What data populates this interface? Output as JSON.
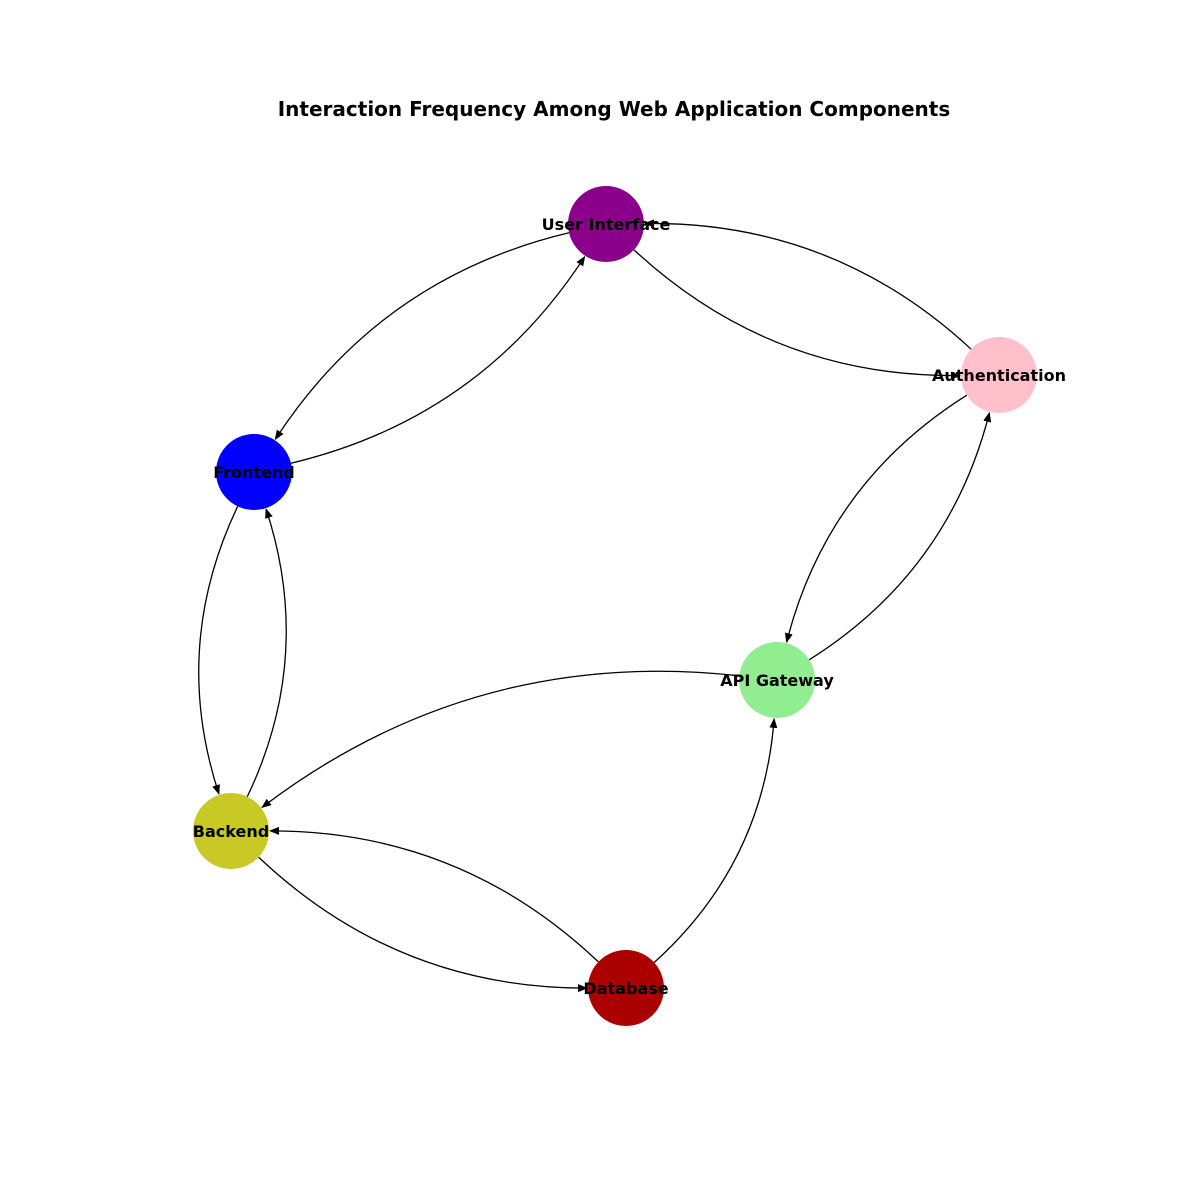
{
  "title": "Interaction Frequency Among Web Application Components",
  "nodes": [
    {
      "id": "user-interface",
      "label": "User Interface",
      "color": "#8B008B"
    },
    {
      "id": "authentication",
      "label": "Authentication",
      "color": "#FFC0CB"
    },
    {
      "id": "frontend",
      "label": "Frontend",
      "color": "#0000FF"
    },
    {
      "id": "api-gateway",
      "label": "API Gateway",
      "color": "#90EE90"
    },
    {
      "id": "backend",
      "label": "Backend",
      "color": "#C9C926"
    },
    {
      "id": "database",
      "label": "Database",
      "color": "#AA0000"
    }
  ],
  "edges": [
    {
      "from": "user-interface",
      "to": "frontend"
    },
    {
      "from": "frontend",
      "to": "user-interface"
    },
    {
      "from": "user-interface",
      "to": "authentication"
    },
    {
      "from": "authentication",
      "to": "user-interface"
    },
    {
      "from": "authentication",
      "to": "api-gateway"
    },
    {
      "from": "api-gateway",
      "to": "authentication"
    },
    {
      "from": "frontend",
      "to": "backend"
    },
    {
      "from": "backend",
      "to": "frontend"
    },
    {
      "from": "api-gateway",
      "to": "backend"
    },
    {
      "from": "backend",
      "to": "database"
    },
    {
      "from": "database",
      "to": "backend"
    },
    {
      "from": "database",
      "to": "api-gateway"
    }
  ]
}
